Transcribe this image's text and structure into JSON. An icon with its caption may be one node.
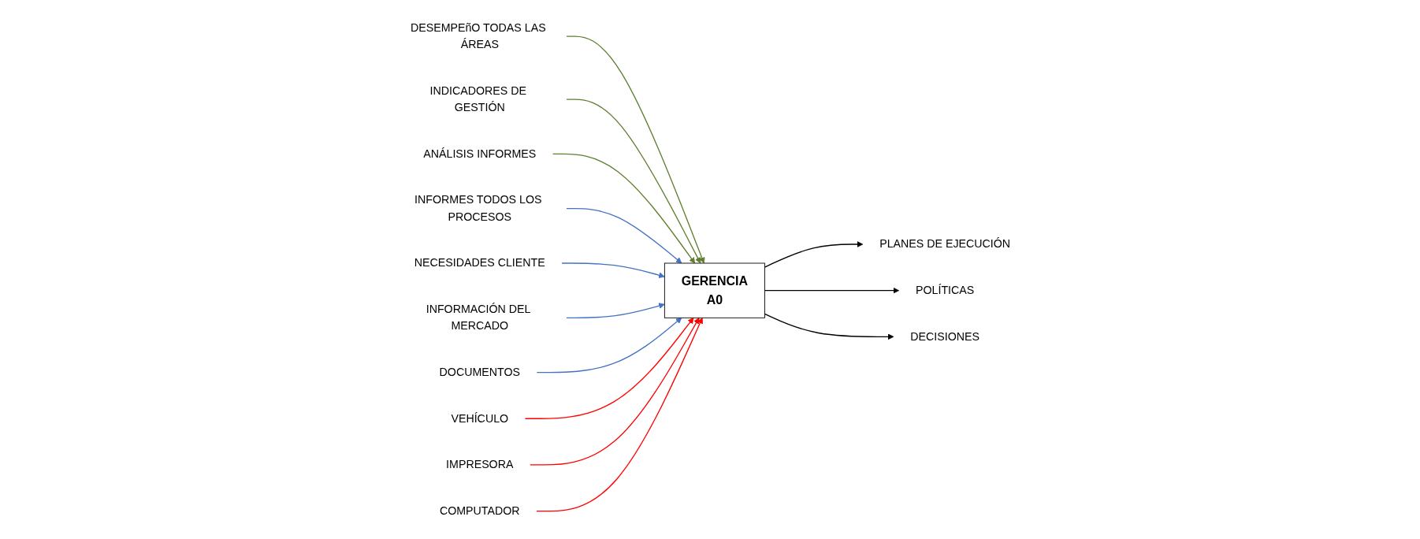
{
  "diagram": {
    "nodes": [
      {
        "text": [
          "DESEMPEñO TODAS LAS ÁREAS"
        ]
      },
      {
        "text": [
          "INDICADORES DE GESTIÓN"
        ]
      },
      {
        "text": [
          "ANÁLISIS INFORMES"
        ]
      },
      {
        "text": [
          "INFORMES TODOS LOS PROCESOS"
        ]
      },
      {
        "text": [
          "NECESIDADES CLIENTE"
        ]
      },
      {
        "text": [
          "INFORMACIÓN DEL MERCADO"
        ]
      },
      {
        "text": [
          "DOCUMENTOS"
        ]
      },
      {
        "text": [
          "GERENCIA",
          "A0"
        ]
      },
      {
        "text": [
          "PLANES DE EJECUCIÓN"
        ]
      },
      {
        "text": [
          "POLÍTICAS"
        ]
      },
      {
        "text": [
          "DECISIONES"
        ]
      },
      {
        "text": [
          "VEHÍCULO"
        ]
      },
      {
        "text": [
          "IMPRESORA"
        ]
      },
      {
        "text": [
          "COMPUTADOR"
        ]
      }
    ],
    "edges": [
      {
        "from": 0,
        "to": 7,
        "arrow": "to",
        "color": "#5f7f2f"
      },
      {
        "from": 1,
        "to": 7,
        "arrow": "to",
        "color": "#5f7f2f"
      },
      {
        "from": 2,
        "to": 7,
        "arrow": "to",
        "color": "#5f7f2f"
      },
      {
        "from": 3,
        "to": 7,
        "arrow": "to",
        "color": "#4472c4"
      },
      {
        "from": 4,
        "to": 7,
        "arrow": "to",
        "color": "#4472c4"
      },
      {
        "from": 5,
        "to": 7,
        "arrow": "to",
        "color": "#4472c4"
      },
      {
        "from": 6,
        "to": 7,
        "arrow": "to",
        "color": "#4472c4"
      },
      {
        "from": 7,
        "to": 8,
        "arrow": "to",
        "color": "#000000"
      },
      {
        "from": 7,
        "to": 9,
        "arrow": "to",
        "color": "#000000"
      },
      {
        "from": 7,
        "to": 10,
        "arrow": "to",
        "color": "#000000"
      },
      {
        "from": 11,
        "to": 7,
        "arrow": "to",
        "color": "#ff0000"
      },
      {
        "from": 12,
        "to": 7,
        "arrow": "to",
        "color": "#ff0000"
      },
      {
        "from": 13,
        "to": 7,
        "arrow": "to",
        "color": "#ff0000"
      }
    ]
  }
}
